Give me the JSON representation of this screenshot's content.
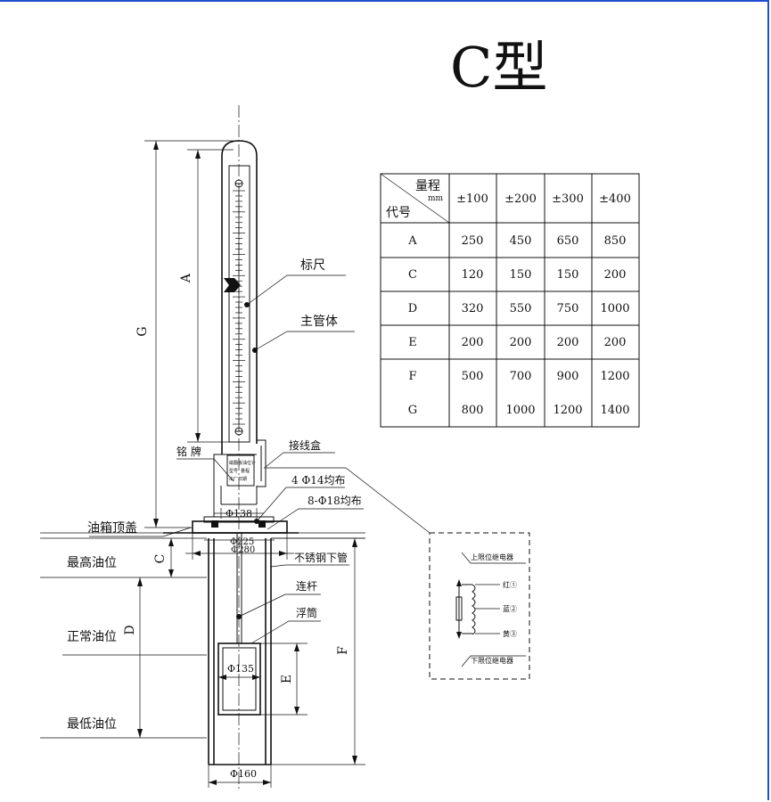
{
  "title": "C型",
  "labels": {
    "ruler": "标尺",
    "main_tube": "主管体",
    "junction_box": "接线盒",
    "nameplate": "铭 牌",
    "bolt_holes_1": "4 Φ14均布",
    "bolt_holes_2": "8-Φ18均布",
    "tank_top": "油箱顶盖",
    "max_oil": "最高油位",
    "normal_oil": "正常油位",
    "min_oil": "最低油位",
    "stainless_pipe": "不锈钢下管",
    "connecting_rod": "连杆",
    "float": "浮筒"
  },
  "dims": {
    "G": "G",
    "A": "A",
    "C": "C",
    "D": "D",
    "E": "E",
    "F": "F",
    "d138": "Φ138",
    "d225": "Φ225",
    "d280": "Φ280",
    "d135": "Φ135",
    "d160": "Φ160"
  },
  "nameplate_text": [
    "磁翻板油位计",
    "型号",
    "量程",
    "出厂日期"
  ],
  "relay_box": {
    "upper": "上限位继电器",
    "lower": "下限位继电器",
    "red": "红①",
    "blue": "蓝②",
    "yellow": "黄③"
  },
  "table": {
    "corner_top": "量程",
    "corner_unit": "mm",
    "corner_bottom": "代号",
    "headers": [
      "±100",
      "±200",
      "±300",
      "±400"
    ],
    "rows": [
      {
        "code": "A",
        "values": [
          "250",
          "450",
          "650",
          "850"
        ]
      },
      {
        "code": "C",
        "values": [
          "120",
          "150",
          "150",
          "200"
        ]
      },
      {
        "code": "D",
        "values": [
          "320",
          "550",
          "750",
          "1000"
        ]
      },
      {
        "code": "E",
        "values": [
          "200",
          "200",
          "200",
          "200"
        ]
      },
      {
        "code": "F",
        "values": [
          "500",
          "700",
          "900",
          "1200"
        ]
      },
      {
        "code": "G",
        "values": [
          "800",
          "1000",
          "1200",
          "1400"
        ]
      }
    ]
  }
}
